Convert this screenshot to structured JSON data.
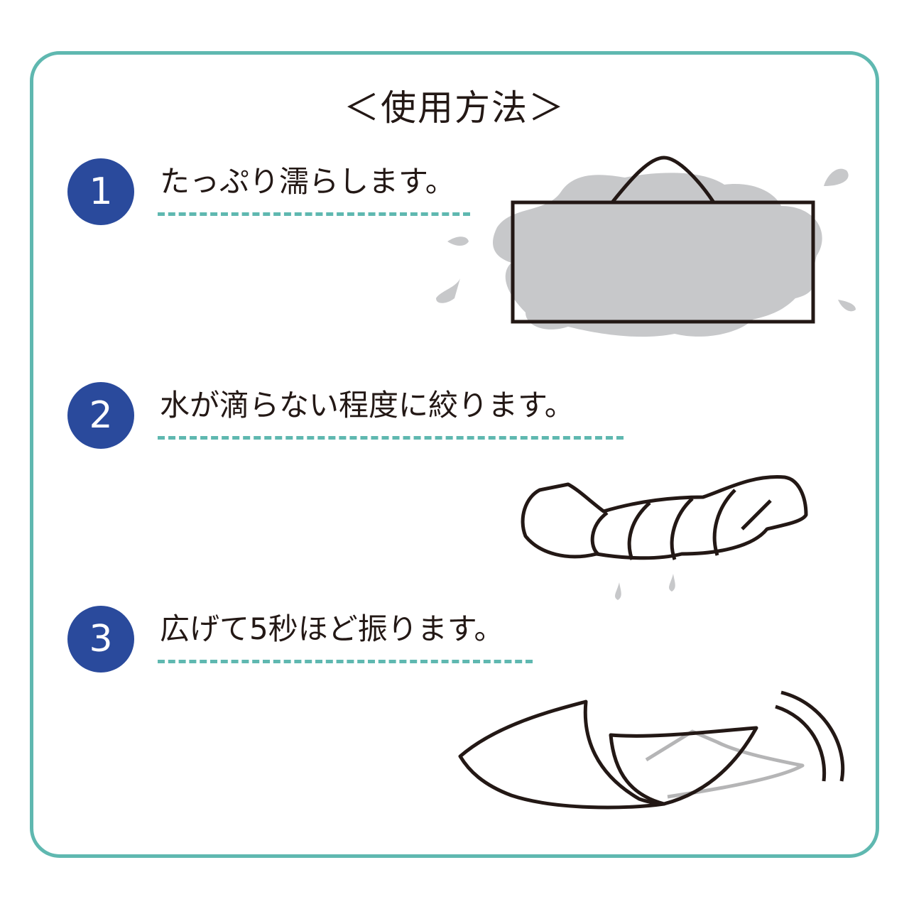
{
  "title": "＜使用方法＞",
  "steps": [
    {
      "number": "1",
      "text": "たっぷり濡らします。"
    },
    {
      "number": "2",
      "text": "水が滴らない程度に絞ります。"
    },
    {
      "number": "3",
      "text": "広げて5秒ほど振ります。"
    }
  ],
  "colors": {
    "frame": "#5fb8b0",
    "badge": "#2a4a9c",
    "water": "#c7c8ca",
    "line": "#231815"
  }
}
